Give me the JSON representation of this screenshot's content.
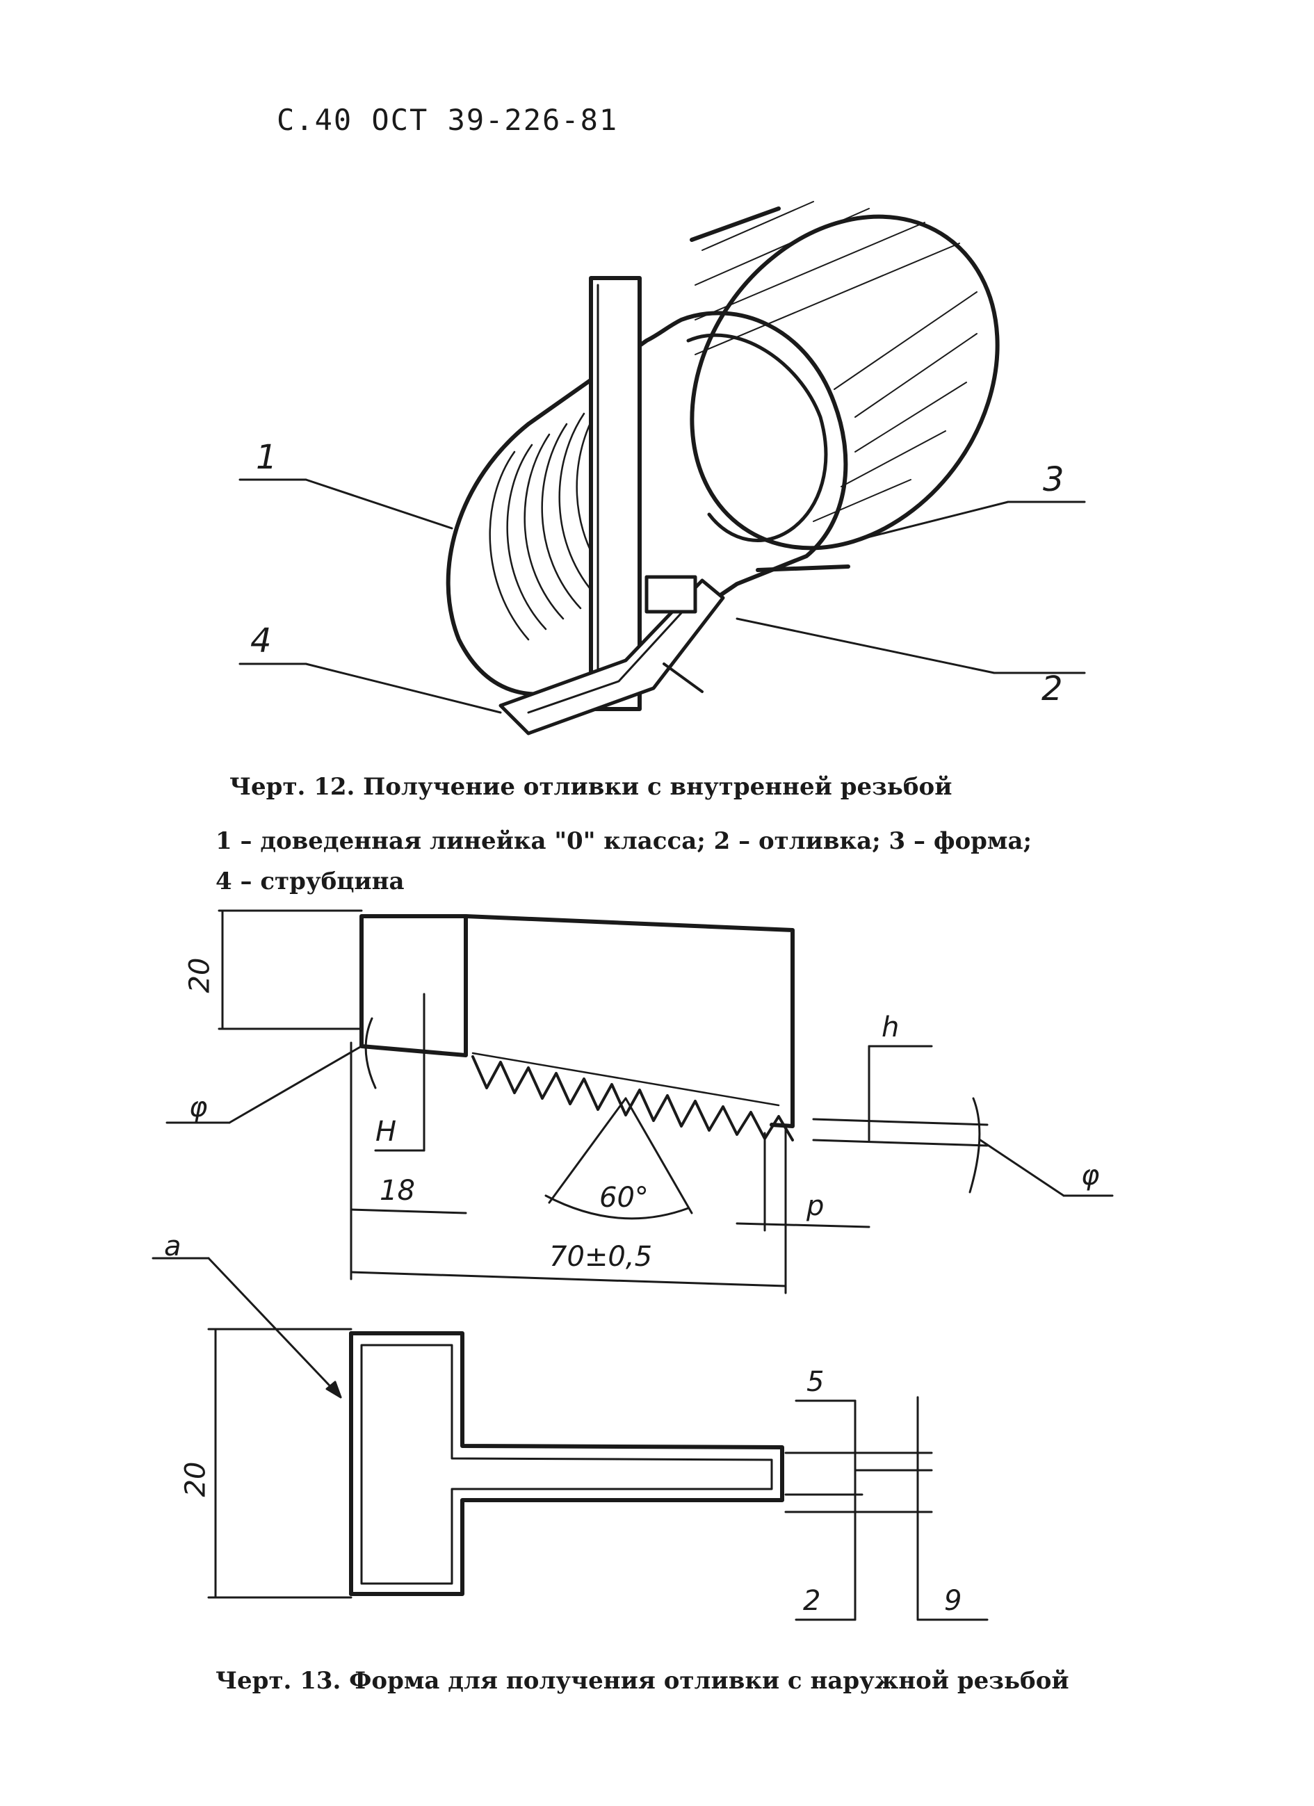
{
  "header": {
    "code": "С.40 ОСТ 39-226-81"
  },
  "figure12": {
    "labels": [
      "1",
      "2",
      "3",
      "4"
    ],
    "caption": "Черт. 12. Получение отливки с внутренней резьбой",
    "legend_line1": "1 – доведенная линейка \"0\" класса; 2 – отливка; 3 – форма;",
    "legend_line2": "4 – струбцина"
  },
  "figure13_top": {
    "dims": {
      "height": "20",
      "left_width": "18",
      "total": "70±0,5",
      "angle": "60°",
      "H": "H",
      "h": "h",
      "p": "p",
      "phi_left": "φ",
      "phi_right": "φ"
    }
  },
  "figure13_bottom": {
    "dims": {
      "a": "a",
      "height": "20",
      "d5": "5",
      "d2": "2",
      "d9": "9"
    }
  },
  "caption13": "Черт. 13. Форма для получения отливки с наружной резьбой"
}
